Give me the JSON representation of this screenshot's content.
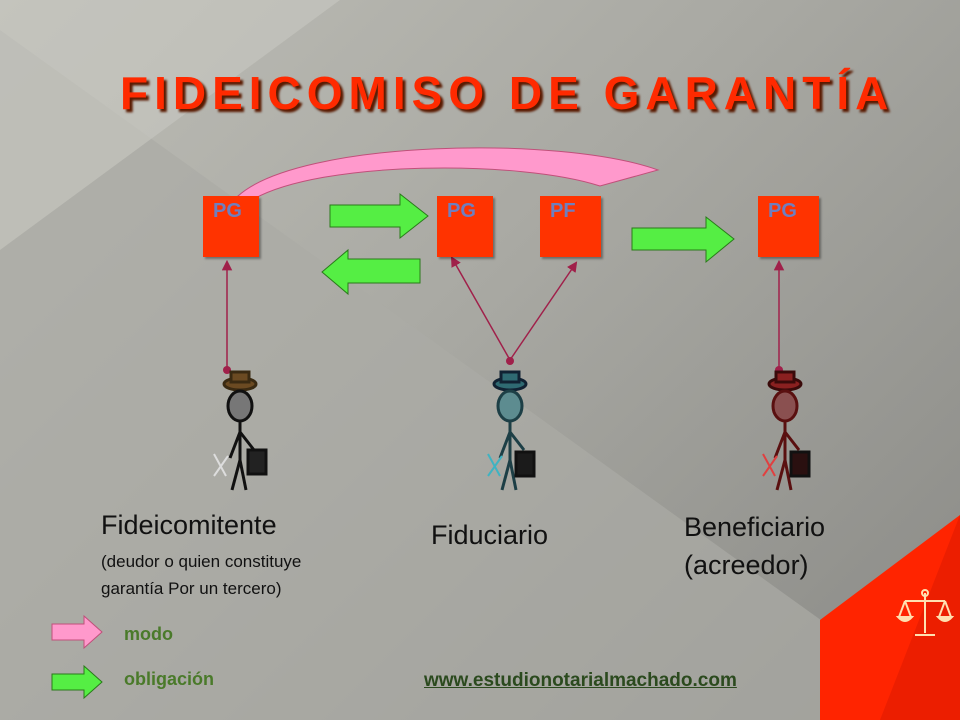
{
  "title": "FIDEICOMISO  DE  GARANTÍA",
  "boxes": {
    "b1": "PG",
    "b2": "PG",
    "b3": "PF",
    "b4": "PG"
  },
  "labels": {
    "fideicomitente": "Fideicomitente",
    "fideicomitente_note_1": "(deudor o quien  constituye",
    "fideicomitente_note_2": "garantía Por un tercero)",
    "fiduciario": "Fiduciario",
    "beneficiario_1": "Beneficiario",
    "beneficiario_2": "(acreedor)"
  },
  "legend": {
    "modo": "modo",
    "obligacion": "obligación"
  },
  "url": "www.estudionotarialmachado.com",
  "colors": {
    "title": "#ff2a00",
    "box": "#ff3300",
    "green_arrow": "#55ee44",
    "pink_arrow": "#ff99cc",
    "line": "#a0204a",
    "figure_1": "#111111",
    "figure_2": "#1d3f46",
    "figure_3": "#5a1010"
  },
  "icons": [
    "scales-of-justice-icon",
    "person-with-briefcase-icon"
  ]
}
